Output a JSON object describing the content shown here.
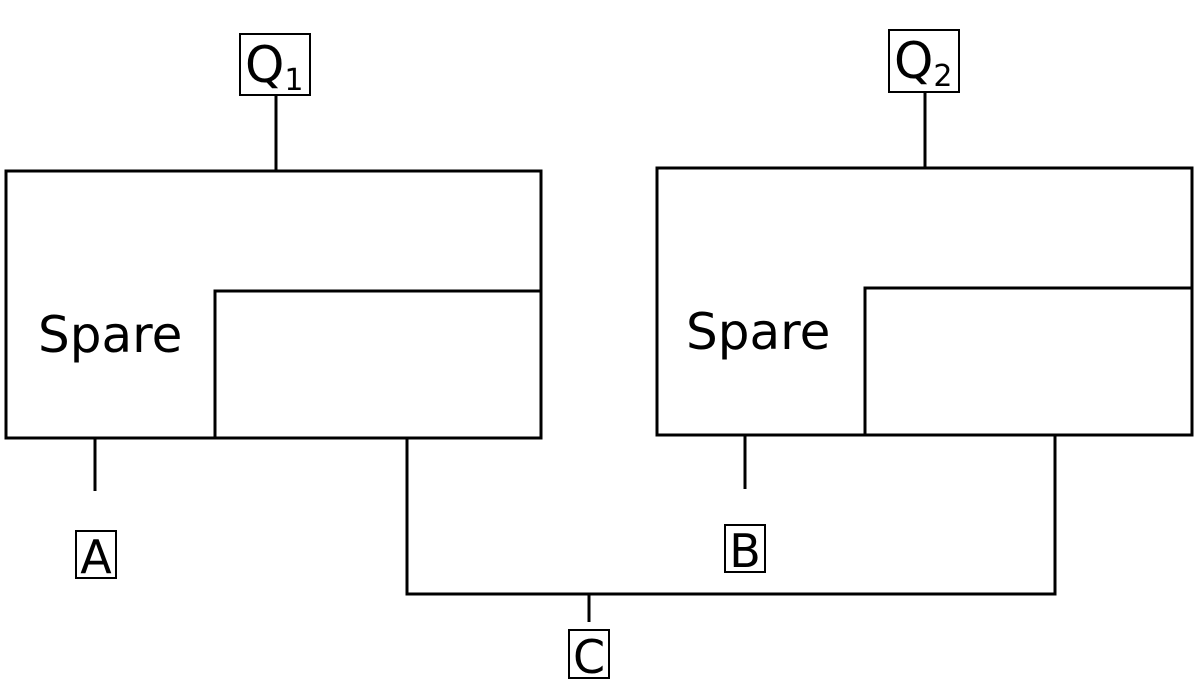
{
  "gate1": {
    "label": "Spare",
    "output": "Q",
    "output_sub": "1"
  },
  "gate2": {
    "label": "Spare",
    "output": "Q",
    "output_sub": "2"
  },
  "inputs": {
    "a": "A",
    "b": "B",
    "c": "C"
  },
  "colors": {
    "stroke": "#000000",
    "background": "#ffffff"
  }
}
